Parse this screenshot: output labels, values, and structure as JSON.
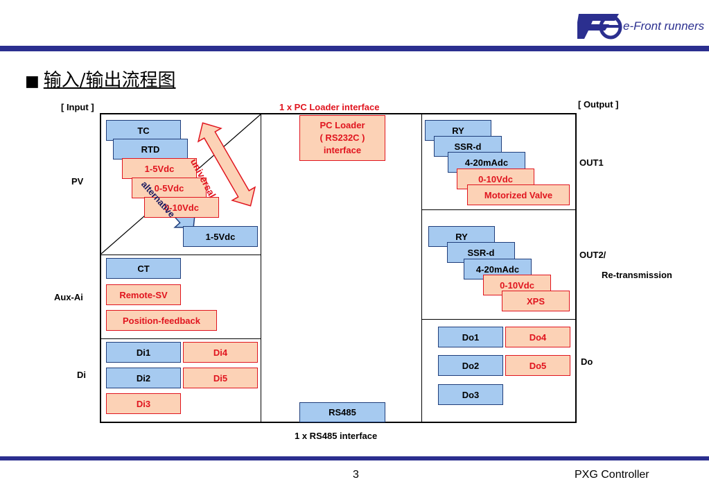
{
  "logo": {
    "text": "e-Front runners",
    "brand_color": "#2b2f8f",
    "icon": "fe-logo-icon"
  },
  "title": {
    "bullet": "■",
    "text": "输入/输出流程图"
  },
  "labels": {
    "input": "[ Input ]",
    "output": "[ Output ]",
    "pc_loader_interface": "1 x PC Loader interface",
    "rs485_interface": "1 x RS485 interface",
    "pv": "PV",
    "aux_ai": "Aux-Ai",
    "di": "Di",
    "out1": "OUT1",
    "out2": "OUT2/",
    "retransmission": "Re-transmission",
    "do": "Do"
  },
  "pv_inputs": {
    "tc": "TC",
    "rtd": "RTD",
    "v1": "1-5Vdc",
    "v2": "0-5Vdc",
    "v3": "0-10Vdc",
    "alt_v": "1-5Vdc",
    "universal": "universal",
    "alternative": "alternative"
  },
  "aux_inputs": {
    "ct": "CT",
    "remote_sv": "Remote-SV",
    "position_feedback": "Position-feedback"
  },
  "di_inputs": {
    "di1": "Di1",
    "di2": "Di2",
    "di3": "Di3",
    "di4": "Di4",
    "di5": "Di5"
  },
  "pc_loader": {
    "line1": "PC Loader",
    "line2": "( RS232C )",
    "line3": "interface"
  },
  "rs485": "RS485",
  "out1": {
    "ry": "RY",
    "ssr": "SSR-d",
    "ma": "4-20mAdc",
    "v": "0-10Vdc",
    "valve": "Motorized Valve"
  },
  "out2": {
    "ry": "RY",
    "ssr": "SSR-d",
    "ma": "4-20mAdc",
    "v": "0-10Vdc",
    "xps": "XPS"
  },
  "do_outputs": {
    "do1": "Do1",
    "do2": "Do2",
    "do3": "Do3",
    "do4": "Do4",
    "do5": "Do5"
  },
  "footer": {
    "page": "3",
    "product": "PXG Controller"
  },
  "colors": {
    "blue_box": "#a6caf0",
    "orange_box": "#fcd2b6",
    "red_text": "#e0141e",
    "bar": "#2b2f8f"
  }
}
